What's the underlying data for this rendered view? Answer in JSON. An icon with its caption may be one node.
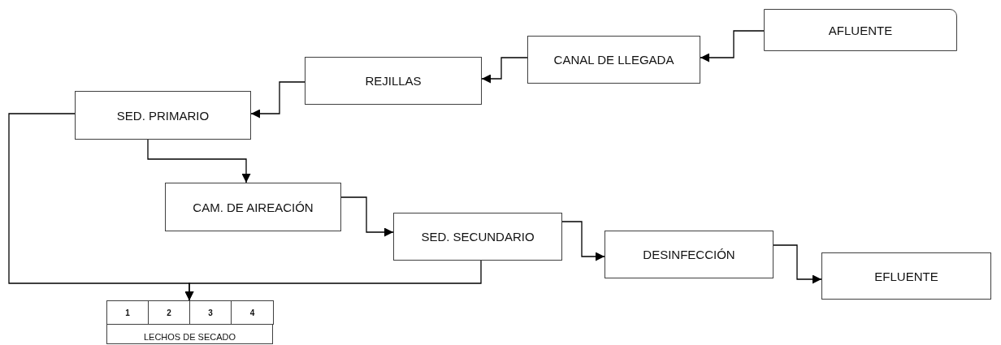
{
  "diagram": {
    "nodes": [
      {
        "text": [
          "AFLUENTE"
        ]
      },
      {
        "text": [
          "CANAL DE LLEGADA"
        ]
      },
      {
        "text": [
          "REJILLAS"
        ]
      },
      {
        "text": [
          "SED. PRIMARIO"
        ]
      },
      {
        "text": [
          "CAM. DE AIREACIÓN"
        ]
      },
      {
        "text": [
          "SED. SECUNDARIO"
        ]
      },
      {
        "text": [
          "DESINFECCIÓN"
        ]
      },
      {
        "text": [
          "EFLUENTE"
        ]
      },
      {
        "text": [
          "LECHOS DE SECADO"
        ]
      },
      {
        "text": [
          "1"
        ],
        "in": 8
      },
      {
        "text": [
          "2"
        ],
        "in": 8
      },
      {
        "text": [
          "3"
        ],
        "in": 8
      },
      {
        "text": [
          "4"
        ],
        "in": 8
      }
    ],
    "edges": [
      {
        "from": 0,
        "to": 1,
        "arrow": "to"
      },
      {
        "from": 1,
        "to": 2,
        "arrow": "to"
      },
      {
        "from": 2,
        "to": 3,
        "arrow": "to"
      },
      {
        "from": 3,
        "to": 4,
        "arrow": "to"
      },
      {
        "from": 4,
        "to": 5,
        "arrow": "to"
      },
      {
        "from": 5,
        "to": 6,
        "arrow": "to"
      },
      {
        "from": 6,
        "to": 7,
        "arrow": "to"
      },
      {
        "from": 3,
        "to": 8,
        "arrow": "to"
      },
      {
        "from": 5,
        "to": 8,
        "arrow": "to"
      }
    ]
  }
}
